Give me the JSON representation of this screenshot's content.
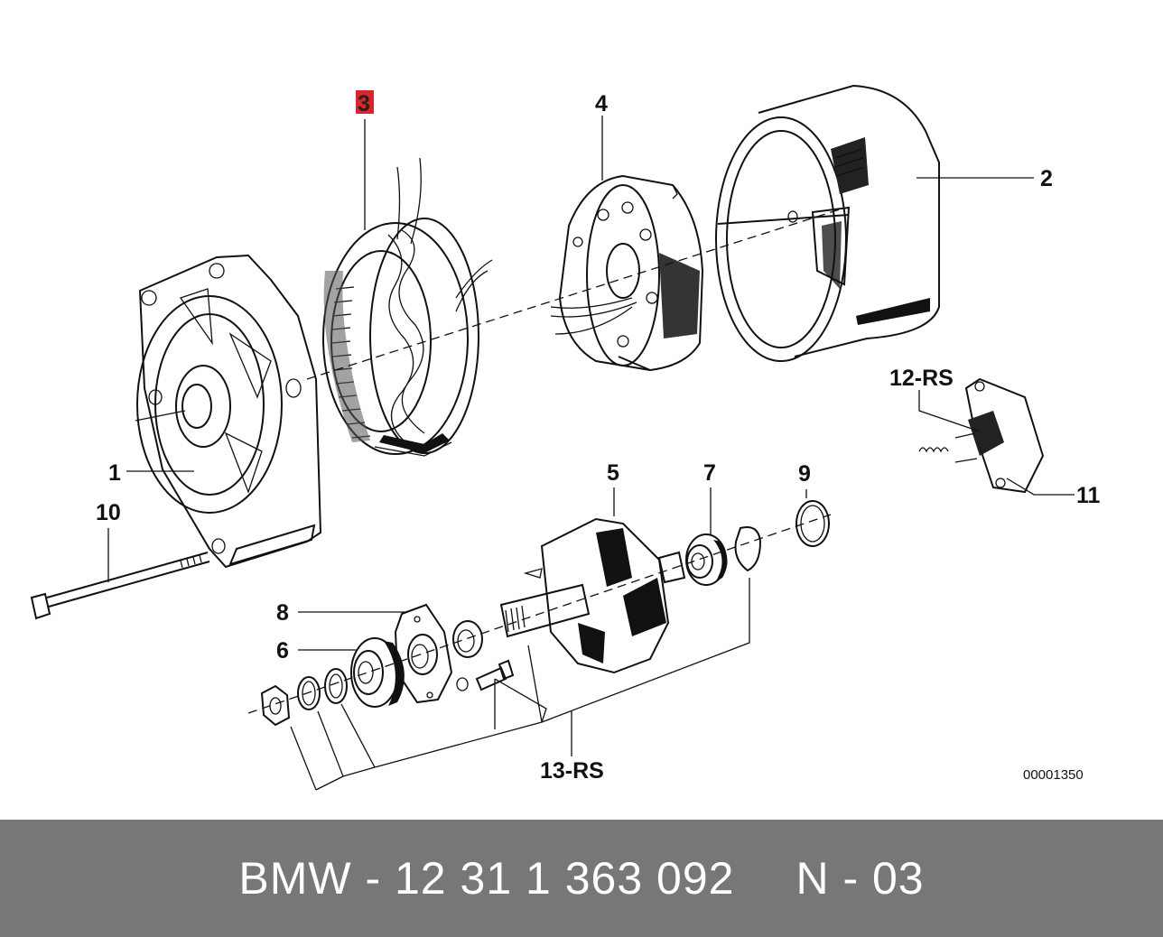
{
  "diagram": {
    "callouts": {
      "c1": "1",
      "c2": "2",
      "c3": "3",
      "c4": "4",
      "c5": "5",
      "c6": "6",
      "c7": "7",
      "c8": "8",
      "c9": "9",
      "c10": "10",
      "c11": "11",
      "c12": "12-RS",
      "c13": "13-RS"
    },
    "highlighted_callout": "3",
    "highlight_color": "#d9262c",
    "drawing_number": "00001350"
  },
  "footer": {
    "part_number": "BMW - 12 31 1 363 092",
    "position": "N - 03",
    "background": "#777777"
  }
}
